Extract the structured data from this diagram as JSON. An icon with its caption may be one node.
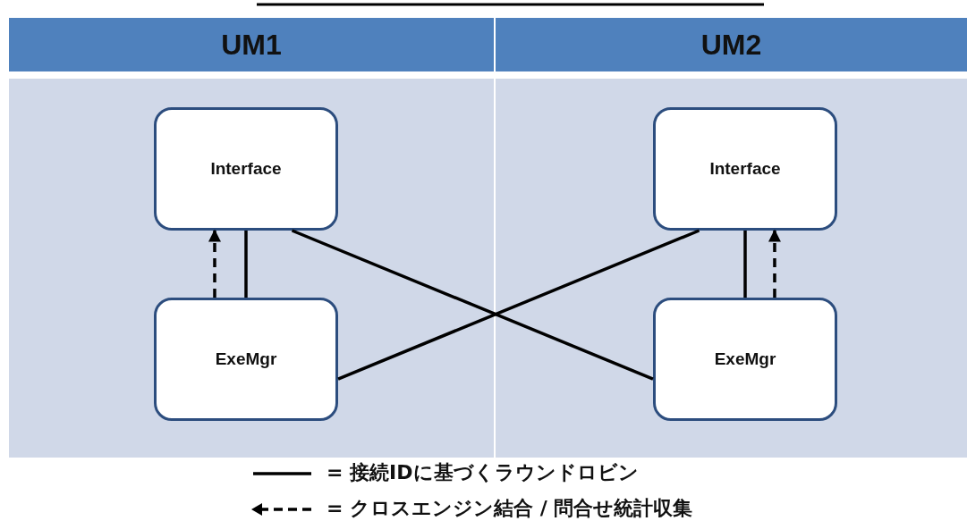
{
  "diagram": {
    "nodes": [
      {
        "text": [
          "UM1"
        ]
      },
      {
        "text": [
          "Interface"
        ],
        "in": 0
      },
      {
        "text": [
          "ExeMgr"
        ],
        "in": 0
      },
      {
        "text": [
          "UM2"
        ]
      },
      {
        "text": [
          "Interface"
        ],
        "in": 3
      },
      {
        "text": [
          "ExeMgr"
        ],
        "in": 3
      }
    ],
    "edges": [
      {
        "from": 2,
        "to": 1,
        "arrow": "to",
        "style": "dashed"
      },
      {
        "from": 2,
        "to": 1,
        "arrow": "none"
      },
      {
        "from": 1,
        "to": 5,
        "arrow": "none"
      },
      {
        "from": 2,
        "to": 4,
        "arrow": "none"
      },
      {
        "from": 5,
        "to": 4,
        "arrow": "none"
      },
      {
        "from": 5,
        "to": 4,
        "arrow": "to",
        "style": "dashed"
      }
    ],
    "legend": [
      {
        "text": "= 接続IDに基づくラウンドロビン"
      },
      {
        "text": "= クロスエンジン結合 / 問合せ統計収集"
      }
    ]
  }
}
